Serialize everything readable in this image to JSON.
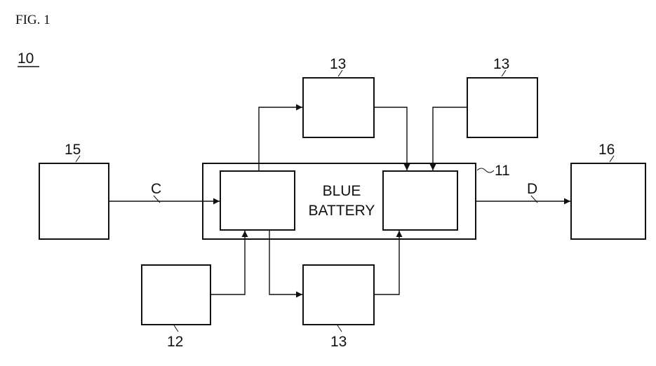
{
  "figure": {
    "title": "FIG. 1",
    "system_ref": "10"
  },
  "battery": {
    "ref": "11",
    "label_line1": "BLUE",
    "label_line2": "BATTERY"
  },
  "components": {
    "input_device": "15",
    "output_device": "16",
    "bottom_left_source": "12",
    "top_left_module": "13",
    "top_right_module": "13",
    "bottom_module": "13"
  },
  "signals": {
    "input": "C",
    "output": "D"
  }
}
